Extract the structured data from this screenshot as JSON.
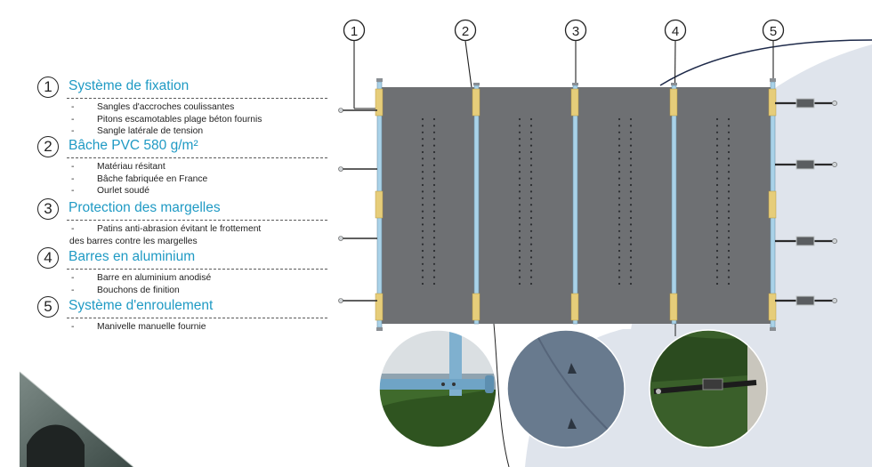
{
  "numbers": [
    "1",
    "2",
    "3",
    "4",
    "5"
  ],
  "sections": [
    {
      "num": "1",
      "title": "Système de fixation",
      "items": [
        "Sangles d'accroches coulissantes",
        "Pitons escamotables plage béton fournis",
        "Sangle latérale de tension"
      ]
    },
    {
      "num": "2",
      "title": "Bâche PVC 580 g/m²",
      "items": [
        "Matériau résitant",
        "Bâche fabriquée en France",
        "Ourlet soudé"
      ]
    },
    {
      "num": "3",
      "title": "Protection des margelles",
      "items": [
        "Patins anti-abrasion évitant le frottement",
        "des barres contre les margelles"
      ]
    },
    {
      "num": "4",
      "title": "Barres en aluminium",
      "items": [
        "Barre en aluminium anodisé",
        "Bouchons de finition"
      ]
    },
    {
      "num": "5",
      "title": "Système d'enroulement",
      "items": [
        "Manivelle manuelle fournie"
      ]
    }
  ],
  "colors": {
    "accent": "#1f9ac4",
    "cover": "#6e7073",
    "bar": "#a9d2e8",
    "pad": "#e6cd7a",
    "background_shape": "#dfe4ec"
  },
  "icons": [
    "detail-photo-bar-icon",
    "detail-photo-pad-icon",
    "detail-photo-strap-icon"
  ]
}
